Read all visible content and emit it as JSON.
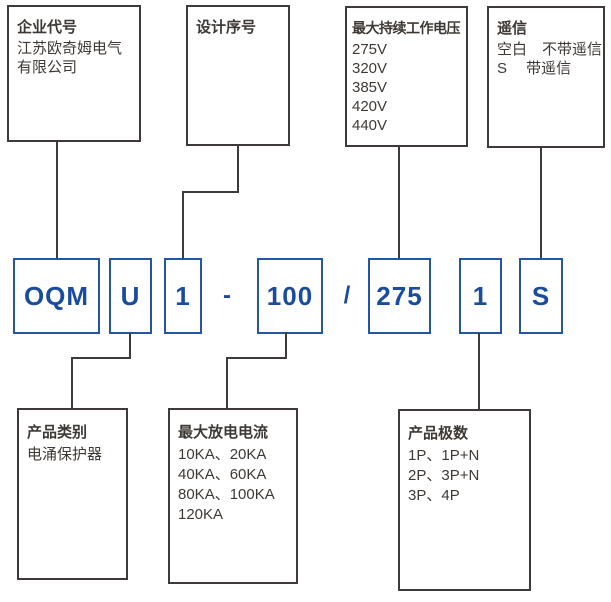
{
  "top_boxes": [
    {
      "title": "企业代号",
      "lines": [
        "江苏欧奇姆电气",
        "有限公司"
      ]
    },
    {
      "title": "设计序号",
      "lines": []
    },
    {
      "title": "最大持续工作电压",
      "lines": [
        "275V",
        "320V",
        "385V",
        "420V",
        "440V"
      ]
    },
    {
      "title": "遥信",
      "lines": [
        "空白　不带遥信",
        "S　 带遥信"
      ]
    }
  ],
  "code": {
    "segments": [
      "OQM",
      "U",
      "1",
      "100",
      "275",
      "1",
      "S"
    ],
    "dash": "-",
    "slash": "/"
  },
  "bottom_boxes": [
    {
      "title": "产品类别",
      "lines": [
        "电涌保护器"
      ]
    },
    {
      "title": "最大放电电流",
      "lines": [
        "10KA、20KA",
        "40KA、60KA",
        "80KA、100KA",
        "120KA"
      ]
    },
    {
      "title": "产品极数",
      "lines": [
        "1P、1P+N",
        "2P、3P+N",
        "3P、4P"
      ]
    }
  ],
  "colors": {
    "accent_blue_text": "#1a4c9d",
    "accent_blue_border": "#2456a6",
    "line_dark": "#3e3a39"
  }
}
